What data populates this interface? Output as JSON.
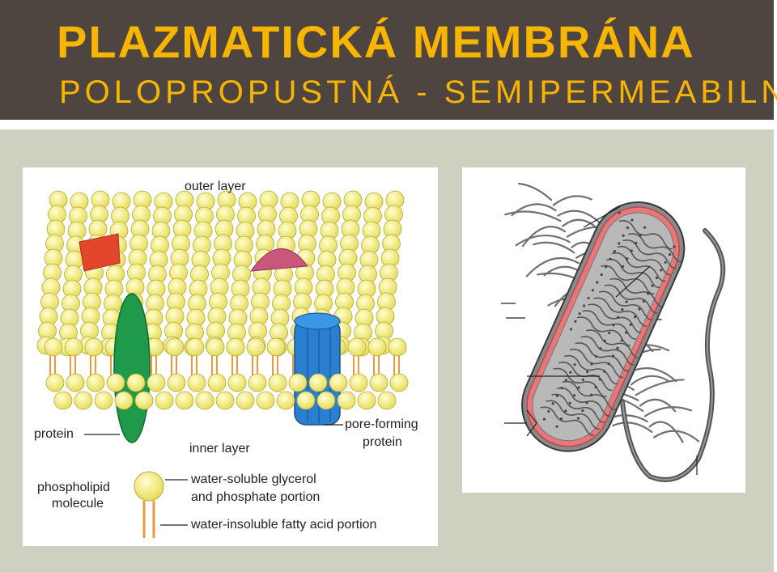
{
  "slide": {
    "title": "PLAZMATICKÁ MEMBRÁNA",
    "subtitle": "POLOPROPUSTNÁ - SEMIPERMEABILNÍ"
  },
  "membrane_diagram": {
    "labels": {
      "outer_layer": "outer layer",
      "inner_layer": "inner layer",
      "protein": "protein",
      "pore_forming_1": "pore-forming",
      "pore_forming_2": "protein",
      "phospholipid_1": "phospholipid",
      "phospholipid_2": "molecule",
      "glycerol_1": "water-soluble glycerol",
      "glycerol_2": "and phosphate portion",
      "fatty_acid": "water-insoluble fatty acid portion"
    }
  },
  "colors": {
    "header_bg": "#4e4440",
    "title": "#f7b500",
    "panel_bg": "#ccd2bf",
    "head_yellow": "#f4f08a",
    "tail_orange": "#e89a3c",
    "protein_green": "#1e9a4a",
    "pore_blue": "#2a7fd0",
    "red_protein": "#e2462b",
    "pink_protein": "#c9577c",
    "cell_membrane": "#e8777a"
  },
  "icons": {
    "phospholipid": "phospholipid-icon",
    "bacterium": "bacterium-icon"
  }
}
